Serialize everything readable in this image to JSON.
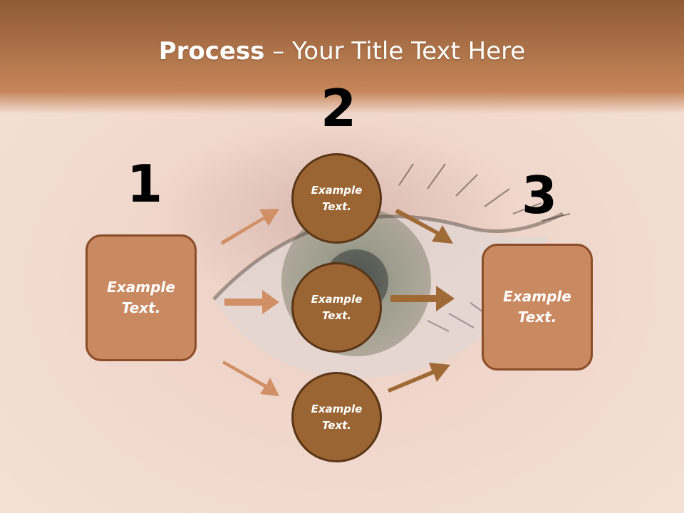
{
  "title": {
    "bold": "Process",
    "rest": " – Your Title Text Here"
  },
  "colors": {
    "banner_top": "#8f5a35",
    "banner_bottom": "#c98a5f",
    "box_fill": "#c98961",
    "circle_fill": "#9a6532",
    "arrow_left": "#d08f64",
    "arrow_right": "#a06a37"
  },
  "steps": {
    "left": {
      "number": "1",
      "label": "Example Text."
    },
    "middle": {
      "number": "2",
      "items": [
        "Example Text.",
        "Example Text.",
        "Example Text."
      ]
    },
    "right": {
      "number": "3",
      "label": "Example Text."
    }
  }
}
